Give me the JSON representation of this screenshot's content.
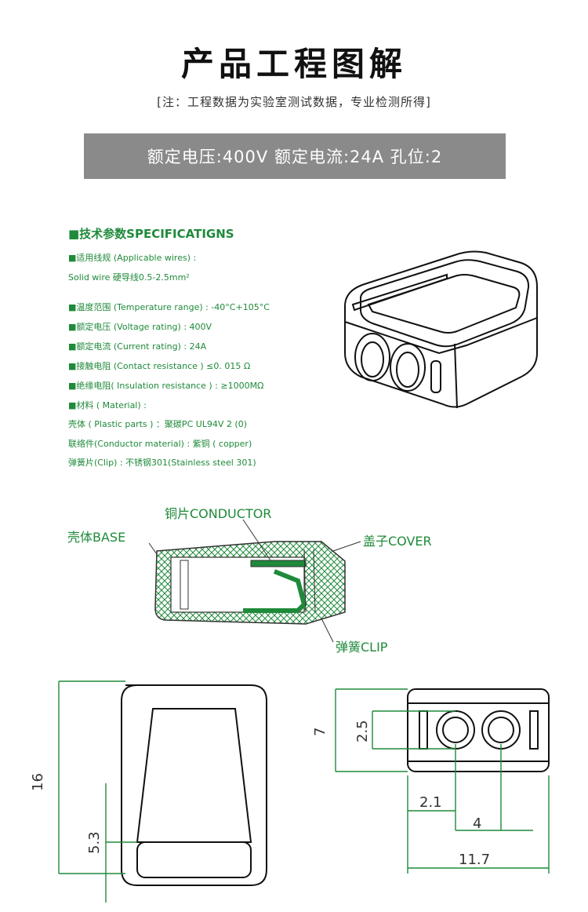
{
  "header": {
    "title": "产品工程图解",
    "note": "[注：工程数据为实验室测试数据，专业检测所得]",
    "banner": "额定电压:400V  额定电流:24A  孔位:2"
  },
  "specs": {
    "heading": "■技术参数SPECIFICATIGNS",
    "lines": [
      "■适用线规 (Applicable wires) :",
      "Solid wire 硬导线0.5-2.5mm²",
      "■温度范围 (Temperature range) : -40°C+105°C",
      "■额定电压 (Voltage rating) : 400V",
      "■额定电流 (Current rating) : 24A",
      "■接触电阻 (Contact resistance ) ≤0. 015 Ω",
      "■绝缘电阻( Insulation resistance ) : ≥1000MΩ",
      "■材料 ( Material) :",
      "壳体 ( Plastic parts ) ：聚碳PC UL94V 2 (0)",
      "联络件(Conductor material) : 紫铜 ( copper)",
      "弹簧片(Clip) : 不锈钢301(Stainless steel 301)"
    ]
  },
  "section_labels": {
    "conductor": "铜片CONDUCTOR",
    "base": "壳体BASE",
    "cover": "盖子COVER",
    "clip": "弹簧CLIP"
  },
  "dimensions": {
    "height": "16",
    "lower": "5.3",
    "front_height": "7",
    "hole": "2.5",
    "offset": "2.1",
    "pitch": "4",
    "width": "11.7"
  }
}
